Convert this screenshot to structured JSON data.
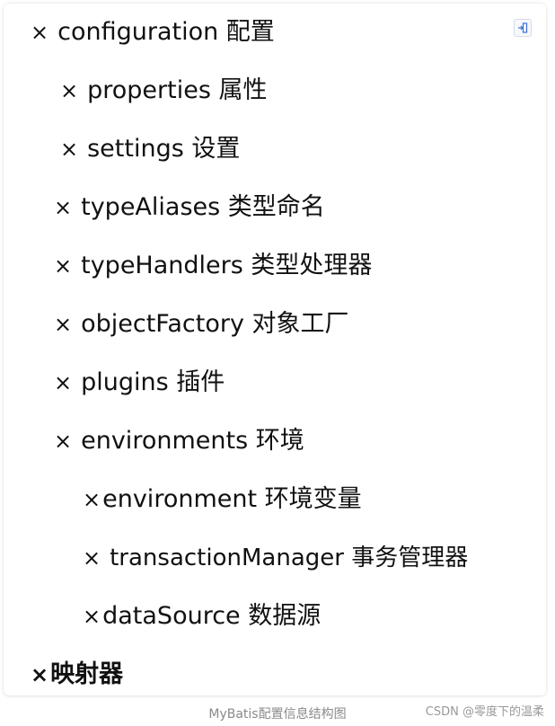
{
  "tree": {
    "mark": "×",
    "items": [
      {
        "label": "configuration 配置"
      },
      {
        "label": "properties 属性"
      },
      {
        "label": "settings 设置"
      },
      {
        "label": "typeAliases 类型命名"
      },
      {
        "label": "typeHandlers 类型处理器"
      },
      {
        "label": "objectFactory 对象工厂"
      },
      {
        "label": "plugins 插件"
      },
      {
        "label": "environments 环境"
      },
      {
        "label": "environment 环境变量"
      },
      {
        "label": "transactionManager 事务管理器"
      },
      {
        "label": "dataSource 数据源"
      },
      {
        "label": "映射器"
      }
    ]
  },
  "toolbar": {
    "expand_icon": "expand-icon"
  },
  "caption": "MyBatis配置信息结构图",
  "watermark": "CSDN @零度下的温柔"
}
